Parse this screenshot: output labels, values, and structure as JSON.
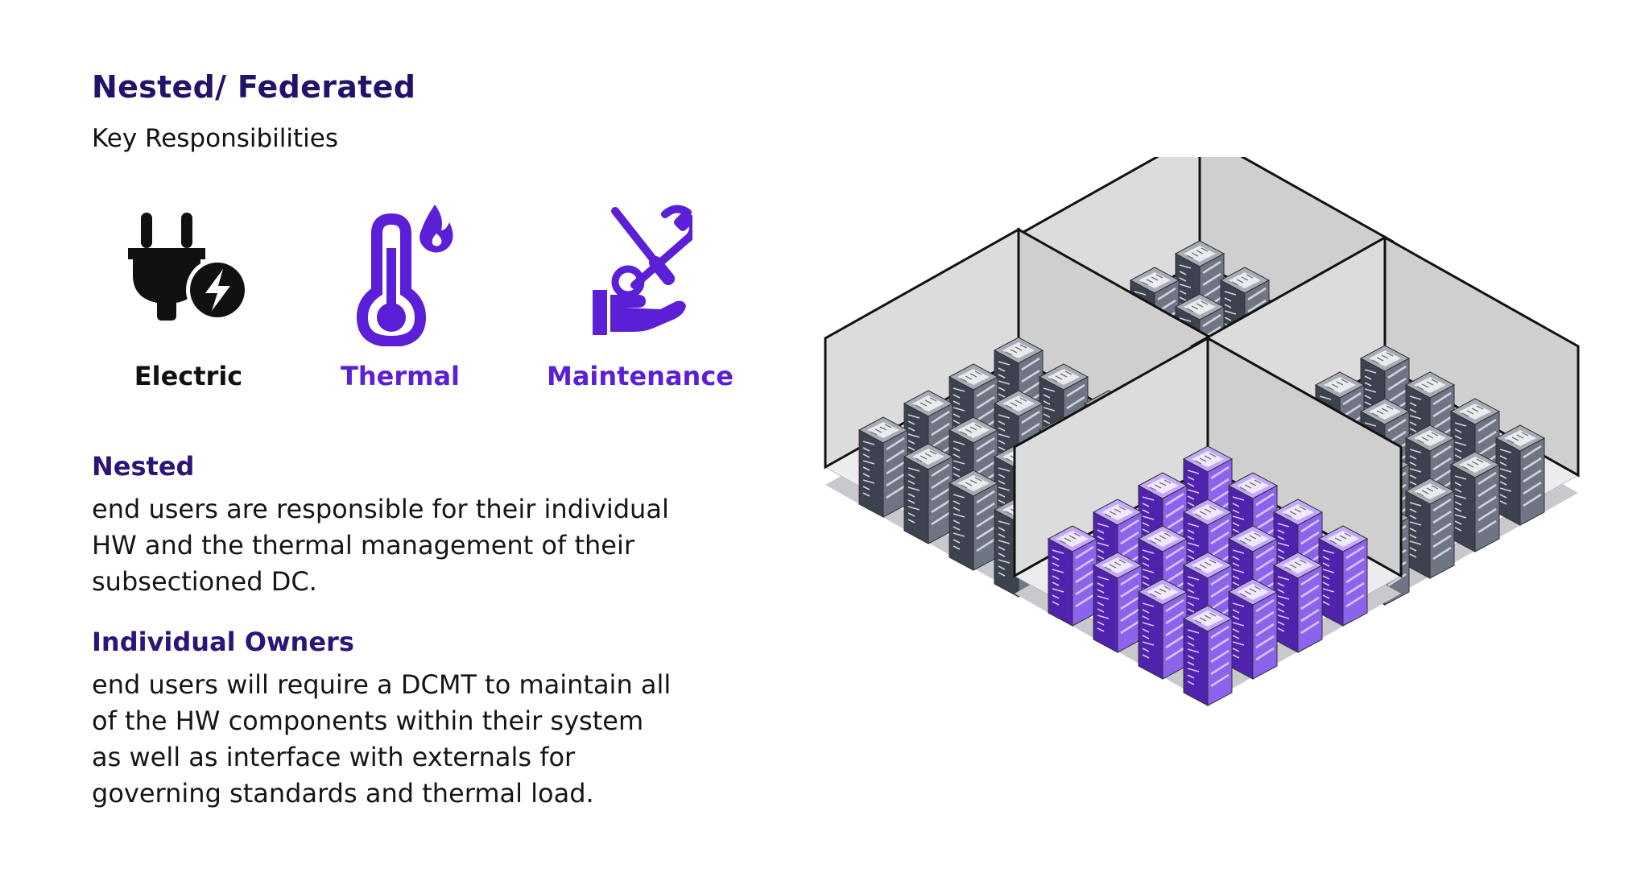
{
  "header": {
    "title": "Nested/ Federated",
    "subtitle": "Key Responsibilities"
  },
  "responsibilities": [
    {
      "label": "Electric",
      "icon": "plug-lightning-icon",
      "color": "#111111"
    },
    {
      "label": "Thermal",
      "icon": "thermometer-flame-icon",
      "color": "#5a1fd6"
    },
    {
      "label": "Maintenance",
      "icon": "tools-hand-icon",
      "color": "#5a1fd6"
    }
  ],
  "sections": [
    {
      "heading": "Nested",
      "body": "end users are responsible for their individual HW and the thermal management of their subsectioned DC."
    },
    {
      "heading": "Individual Owners",
      "body": "end users will require a DCMT to maintain all of the HW components within their system as well as interface with externals for governing standards and thermal load."
    }
  ],
  "colors": {
    "heading": "#24126a",
    "accent": "#5a1fd6",
    "server_gray": "#5c6270",
    "server_purple": "#7a4be0"
  }
}
